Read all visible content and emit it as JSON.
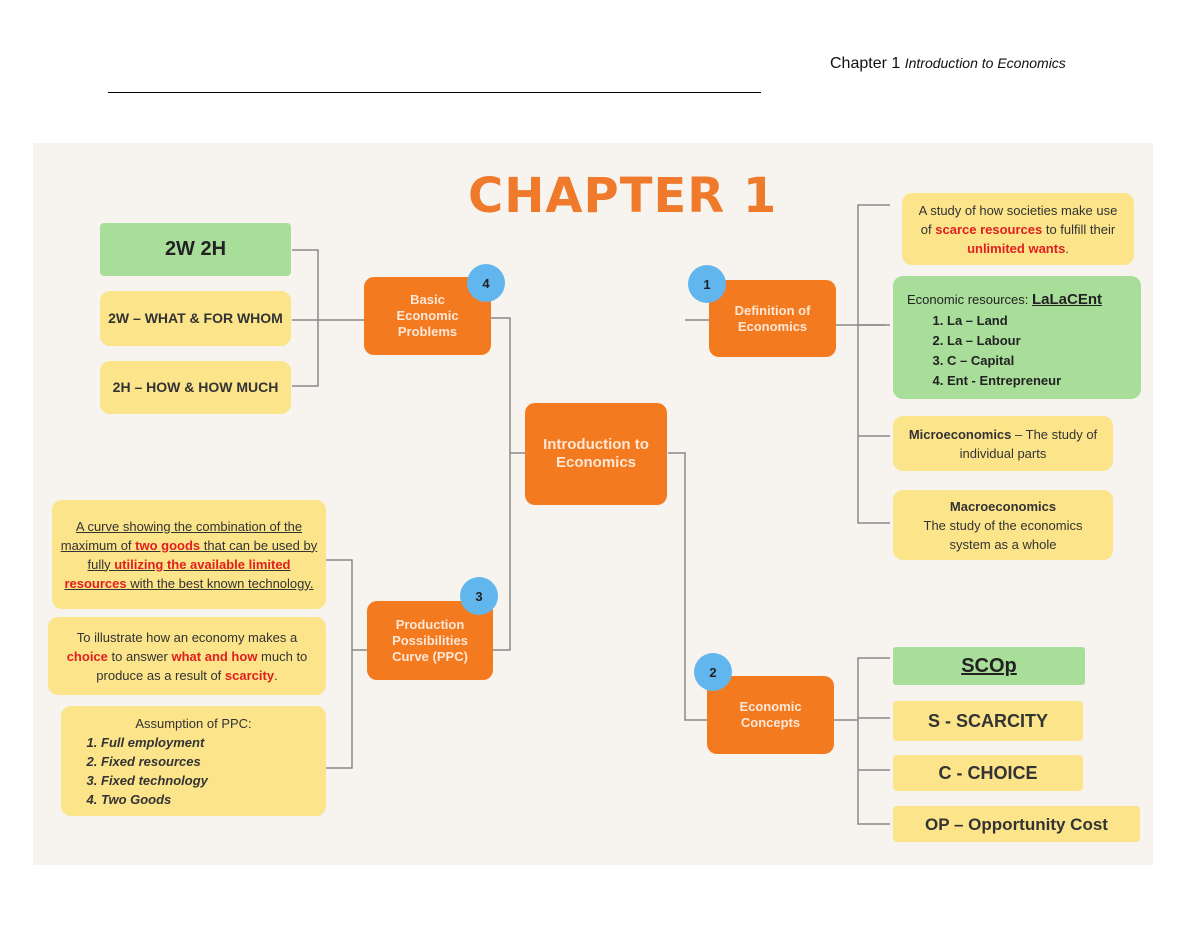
{
  "header": {
    "chapter": "Chapter 1",
    "subtitle": "Introduction to Economics"
  },
  "diagram": {
    "title": "CHAPTER 1",
    "center": "Introduction to Economics",
    "basic": {
      "label": "Basic Economic Problems",
      "number": "4",
      "items": [
        "2W 2H",
        "2W – WHAT & FOR WHOM",
        "2H – HOW & HOW MUCH"
      ]
    },
    "definition": {
      "label": "Definition of Economics",
      "number": "1",
      "study": {
        "p1": "A study of how societies make use of ",
        "r1": "scarce resources",
        "p2": " to fulfill their ",
        "r2": "unlimited wants",
        "p3": "."
      },
      "resources": {
        "prefix": "Economic resources: ",
        "acronym": "LaLaCEnt",
        "items": [
          "La – Land",
          "La – Labour",
          "C – Capital",
          "Ent - Entrepreneur"
        ]
      },
      "micro": {
        "term": "Microeconomics",
        "desc": " – The study of individual parts"
      },
      "macro": {
        "term": "Macroeconomics",
        "desc": "The study of the economics system as a whole"
      }
    },
    "ppc": {
      "label": "Production Possibilities Curve (PPC)",
      "number": "3",
      "definition": {
        "p1": "A curve showing the combination of the maximum of ",
        "r1": "two goods",
        "p2": " that can be used by fully ",
        "r2": "utilizing the available limited resources",
        "p3": " with the best known technology."
      },
      "purpose": {
        "p1": "To illustrate how an economy makes a ",
        "r1": "choice",
        "p2": " to answer ",
        "r2": "what and how",
        "p3": " much to produce as a result of ",
        "r3": "scarcity",
        "p4": "."
      },
      "assumption_title": "Assumption of PPC:",
      "assumptions": [
        "Full employment",
        "Fixed resources",
        "Fixed technology",
        "Two Goods"
      ]
    },
    "concepts": {
      "label": "Economic Concepts",
      "number": "2",
      "items": [
        "SCOp",
        "S - SCARCITY",
        "C - CHOICE",
        "OP – Opportunity Cost"
      ]
    }
  }
}
